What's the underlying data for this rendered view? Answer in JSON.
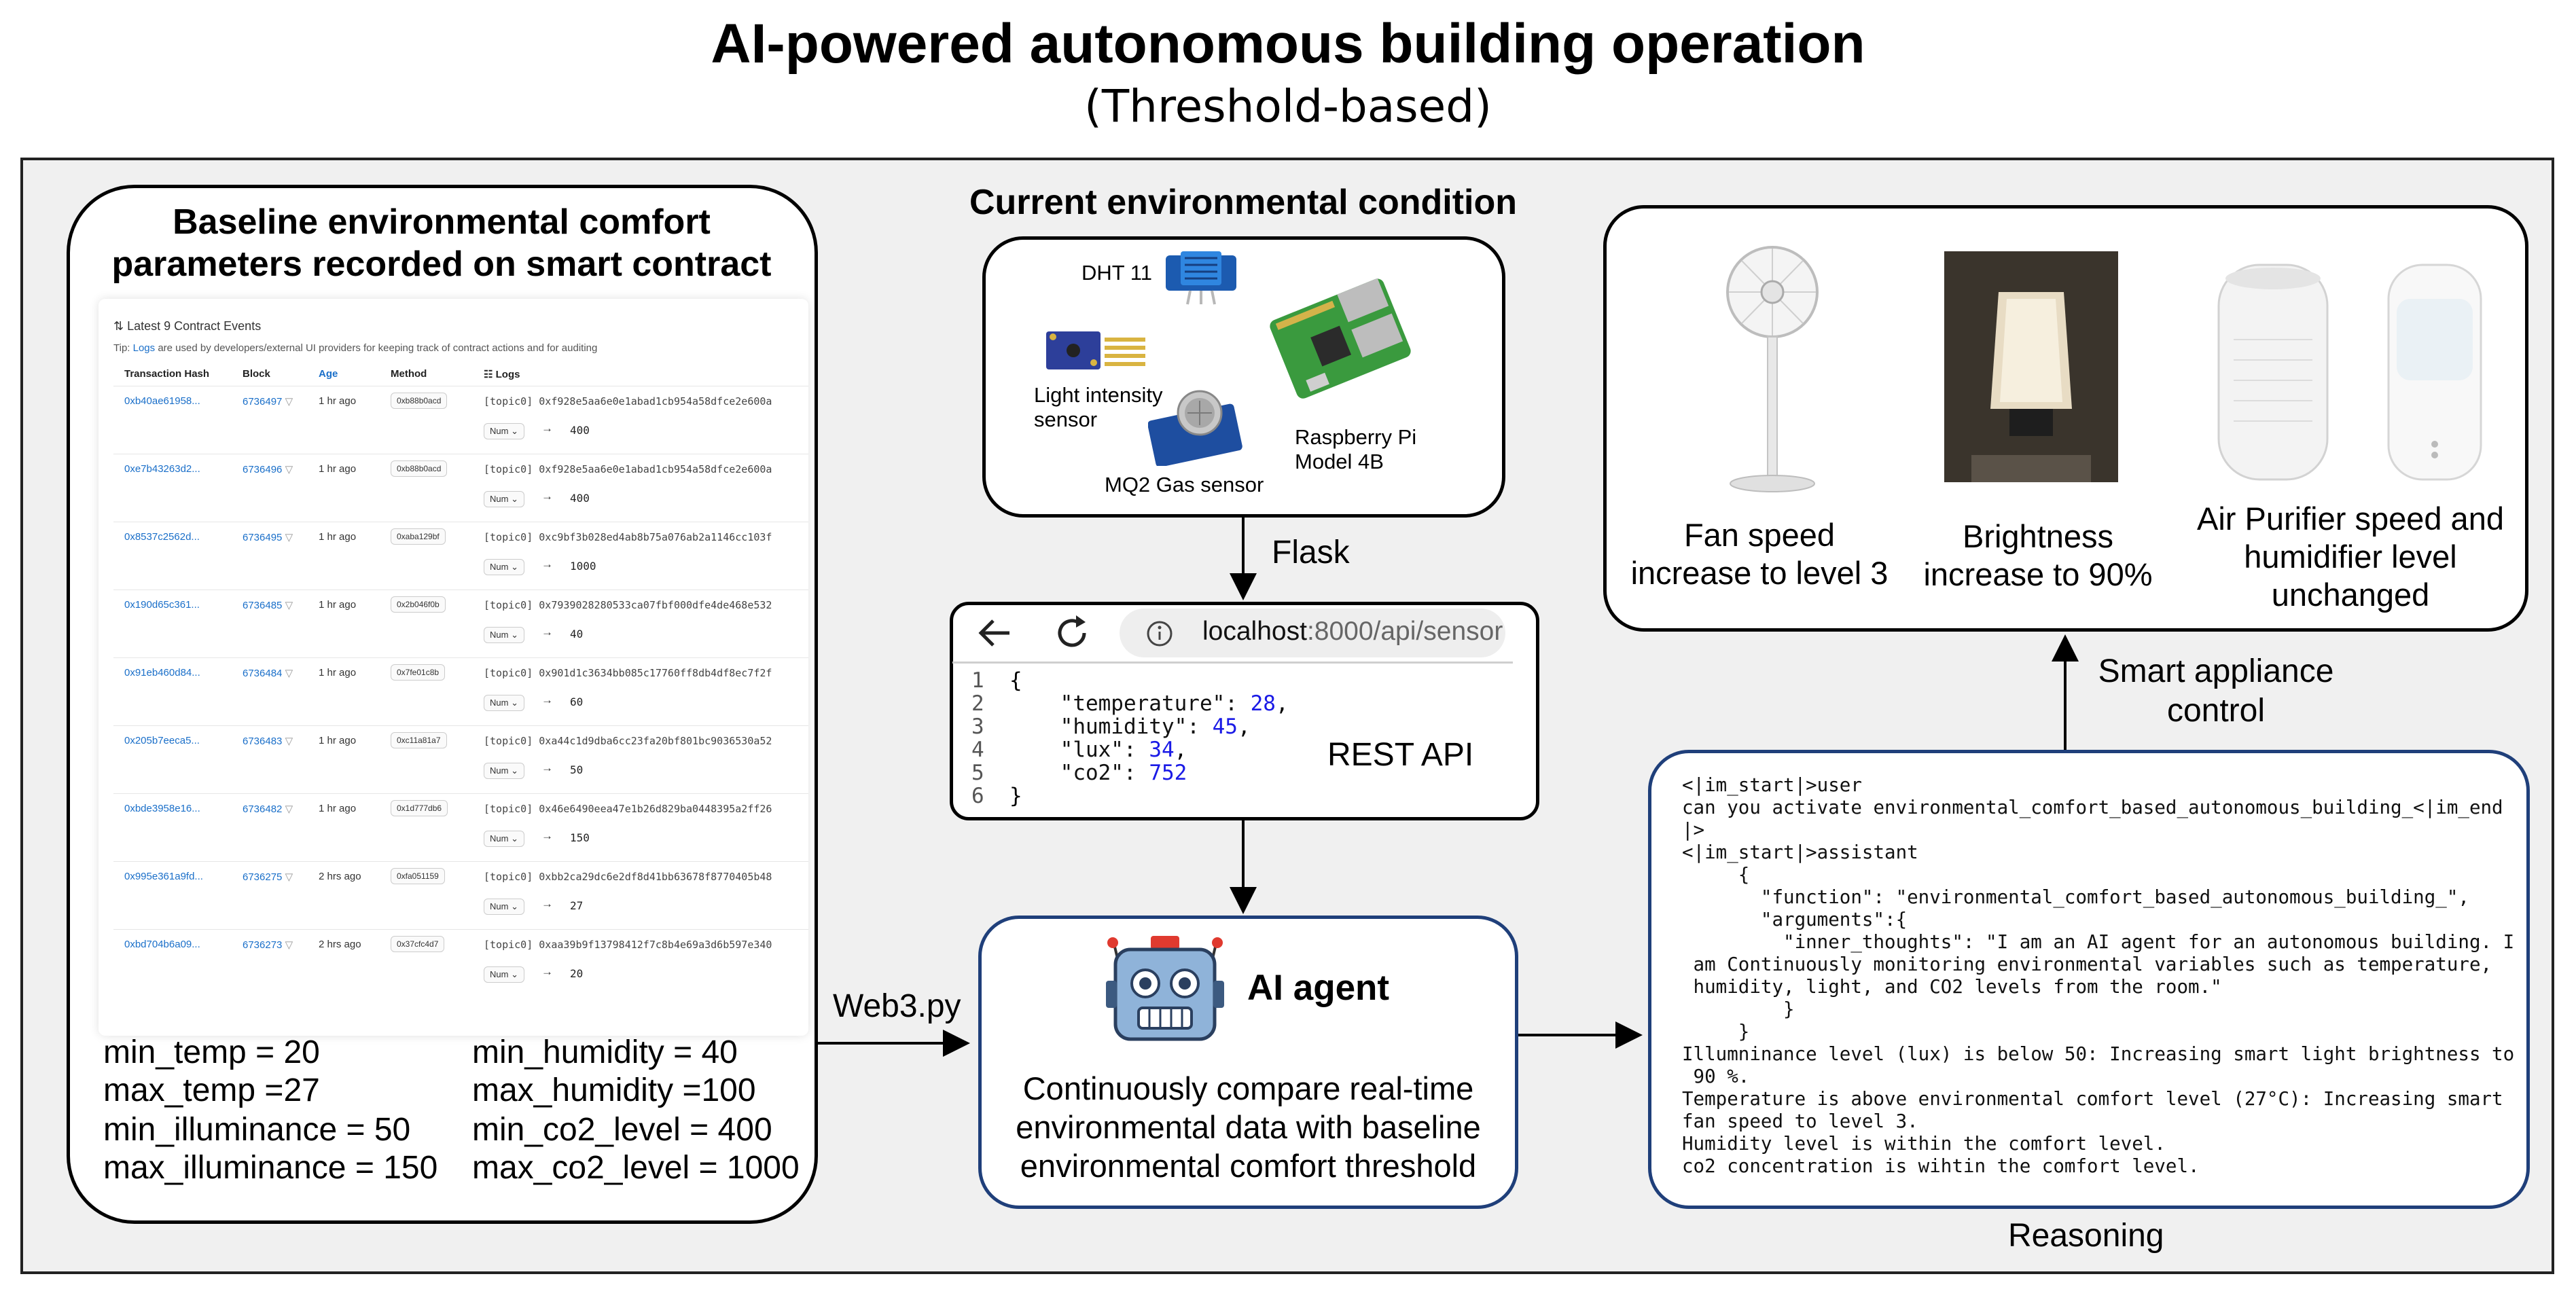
{
  "title": "AI-powered autonomous building operation",
  "subtitle": "(Threshold-based)",
  "baseline": {
    "title_line1": "Baseline environmental comfort",
    "title_line2": "parameters recorded on smart contract",
    "explorer": {
      "header": "Latest 9 Contract Events",
      "tip_prefix": "Tip: ",
      "tip_link": "Logs",
      "tip_rest": " are used by developers/external UI providers for keeping track of contract actions and for auditing",
      "columns": [
        "Transaction Hash",
        "Block",
        "Age",
        "Method",
        "Logs"
      ],
      "rows": [
        {
          "hash": "0xb40ae61958...",
          "block": "6736497",
          "age": "1 hr ago",
          "method": "0xb88b0acd",
          "topic": "[topic0] 0xf928e5aa6e0e1abad1cb954a58dfce2e600a",
          "num": "Num",
          "value": "400"
        },
        {
          "hash": "0xe7b43263d2...",
          "block": "6736496",
          "age": "1 hr ago",
          "method": "0xb88b0acd",
          "topic": "[topic0] 0xf928e5aa6e0e1abad1cb954a58dfce2e600a",
          "num": "Num",
          "value": "400"
        },
        {
          "hash": "0x8537c2562d...",
          "block": "6736495",
          "age": "1 hr ago",
          "method": "0xaba129bf",
          "topic": "[topic0] 0xc9bf3b028ed4ab8b75a076ab2a1146cc103f",
          "num": "Num",
          "value": "1000"
        },
        {
          "hash": "0x190d65c361...",
          "block": "6736485",
          "age": "1 hr ago",
          "method": "0x2b046f0b",
          "topic": "[topic0] 0x7939028280533ca07fbf000dfe4de468e532",
          "num": "Num",
          "value": "40"
        },
        {
          "hash": "0x91eb460d84...",
          "block": "6736484",
          "age": "1 hr ago",
          "method": "0x7fe01c8b",
          "topic": "[topic0] 0x901d1c3634bb085c17760ff8db4df8ec7f2f",
          "num": "Num",
          "value": "60"
        },
        {
          "hash": "0x205b7eeca5...",
          "block": "6736483",
          "age": "1 hr ago",
          "method": "0xc11a81a7",
          "topic": "[topic0] 0xa44c1d9dba6cc23fa20bf801bc9036530a52",
          "num": "Num",
          "value": "50"
        },
        {
          "hash": "0xbde3958e16...",
          "block": "6736482",
          "age": "1 hr ago",
          "method": "0x1d777db6",
          "topic": "[topic0] 0x46e6490eea47e1b26d829ba0448395a2ff26",
          "num": "Num",
          "value": "150"
        },
        {
          "hash": "0x995e361a9fd...",
          "block": "6736275",
          "age": "2 hrs ago",
          "method": "0xfa051159",
          "topic": "[topic0] 0xbb2ca29dc6e2df8d41bb63678f8770405b48",
          "num": "Num",
          "value": "27"
        },
        {
          "hash": "0xbd704b6a09...",
          "block": "6736273",
          "age": "2 hrs ago",
          "method": "0x37cfc4d7",
          "topic": "[topic0] 0xaa39b9f13798412f7c8b4e69a3d6b597e340",
          "num": "Num",
          "value": "20"
        }
      ]
    },
    "params": {
      "min_temp": "min_temp = 20",
      "max_temp": "max_temp =27",
      "min_illuminance": "min_illuminance = 50",
      "max_illuminance": "max_illuminance = 150",
      "min_humidity": "min_humidity = 40",
      "max_humidity": "max_humidity =100",
      "min_co2": "min_co2_level = 400",
      "max_co2": "max_co2_level = 1000"
    }
  },
  "current": {
    "title": "Current environmental condition",
    "dht": "DHT 11",
    "light_line1": "Light intensity",
    "light_line2": "sensor",
    "mq2": "MQ2 Gas sensor",
    "rpi_line1": "Raspberry Pi",
    "rpi_line2": "Model 4B"
  },
  "edges": {
    "flask": "Flask",
    "web3": "Web3.py",
    "appliance_line1": "Smart appliance",
    "appliance_line2": "control",
    "reasoning": "Reasoning"
  },
  "browser": {
    "url_host": "localhost",
    "url_path": ":8000/api/sensor",
    "label": "REST API",
    "line_numbers": [
      "1",
      "2",
      "3",
      "4",
      "5",
      "6"
    ],
    "open_brace": "{",
    "close_brace": "}",
    "temperature_key": "\"temperature\": ",
    "temperature_val": "28",
    "humidity_key": "\"humidity\": ",
    "humidity_val": "45",
    "lux_key": "\"lux\": ",
    "lux_val": "34",
    "co2_key": "\"co2\": ",
    "co2_val": "752",
    "comma": ","
  },
  "agent": {
    "title": "AI agent",
    "desc_line1": "Continuously compare real-time",
    "desc_line2": "environmental data with baseline",
    "desc_line3": "environmental comfort threshold"
  },
  "appliances": {
    "fan_line1": "Fan speed",
    "fan_line2": "increase to level 3",
    "light_line1": "Brightness",
    "light_line2": "increase to 90%",
    "purifier_line1": "Air Purifier speed and",
    "purifier_line2": "humidifier level",
    "purifier_line3": "unchanged"
  },
  "reasoning_text": "<|im_start|>user\ncan you activate environmental_comfort_based_autonomous_building_<|im_end\n|>\n<|im_start|>assistant\n     {\n       \"function\": \"environmental_comfort_based_autonomous_building_\",\n       \"arguments\":{\n         \"inner_thoughts\": \"I am an AI agent for an autonomous building. I\n am Continuously monitoring environmental variables such as temperature,\n humidity, light, and CO2 levels from the room.\"\n         }\n     }\nIllumninance level (lux) is below 50: Increasing smart light brightness to\n 90 %.\nTemperature is above environmental comfort level (27°C): Increasing smart\nfan speed to level 3.\nHumidity level is within the comfort level.\nco2 concentration is wihtin the comfort level."
}
